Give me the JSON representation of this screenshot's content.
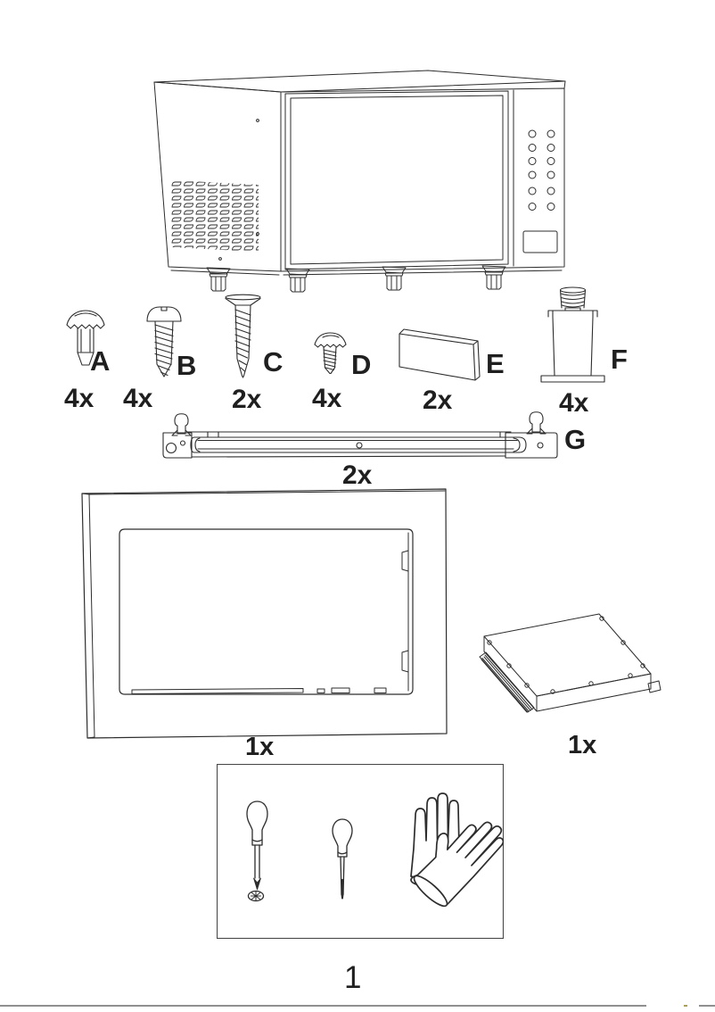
{
  "document": {
    "page_number": "1"
  },
  "hardware": [
    {
      "letter": "A",
      "quantity": "4x",
      "item": "machine-screw-short"
    },
    {
      "letter": "B",
      "quantity": "4x",
      "item": "tapping-screw-pan-head"
    },
    {
      "letter": "C",
      "quantity": "2x",
      "item": "countersunk-screw-long"
    },
    {
      "letter": "D",
      "quantity": "4x",
      "item": "tapping-screw-small"
    },
    {
      "letter": "E",
      "quantity": "2x",
      "item": "spacer-plate"
    },
    {
      "letter": "F",
      "quantity": "4x",
      "item": "adjustable-foot"
    },
    {
      "letter": "G",
      "quantity": "2x",
      "item": "mounting-rail"
    }
  ],
  "kit_items": [
    {
      "item": "trim-frame",
      "quantity": "1x"
    },
    {
      "item": "vent-duct-panel",
      "quantity": "1x"
    },
    {
      "item": "required-tools",
      "contents": [
        "phillips-screwdriver",
        "flat-screwdriver",
        "protective-gloves"
      ]
    }
  ]
}
